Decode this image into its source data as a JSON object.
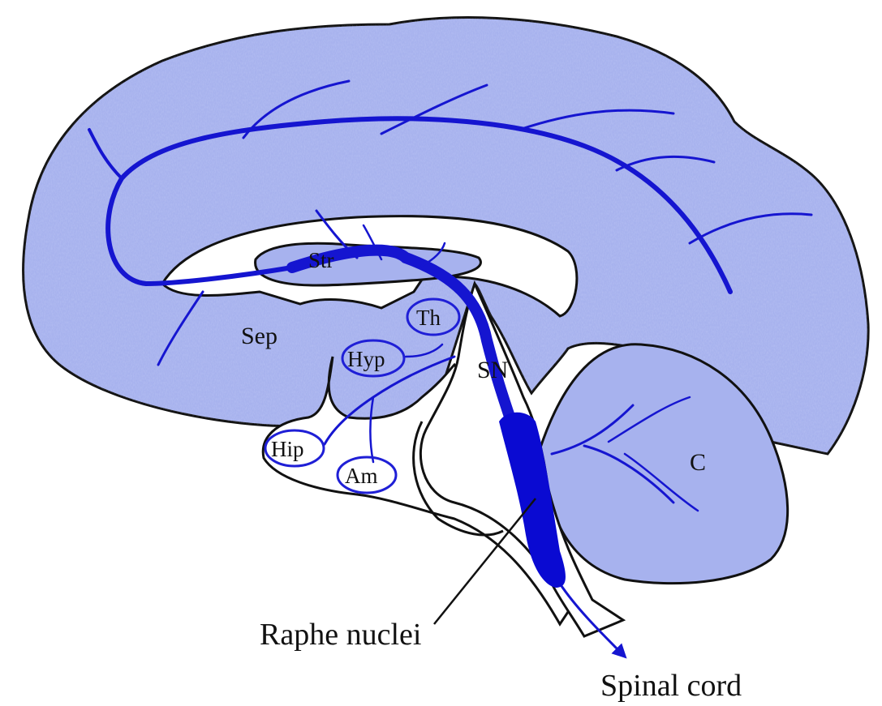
{
  "colors": {
    "brain_fill": "#a7b2ee",
    "pathway": "#1515d0",
    "nuclei": "#0a0ad2",
    "outline": "#111111",
    "label_ring": "#1f1fd6"
  },
  "labels": {
    "str": "Str",
    "th": "Th",
    "sep": "Sep",
    "hyp": "Hyp",
    "sn": "SN",
    "hip": "Hip",
    "am": "Am",
    "c": "C",
    "raphe": "Raphe nuclei",
    "spinal": "Spinal cord"
  }
}
